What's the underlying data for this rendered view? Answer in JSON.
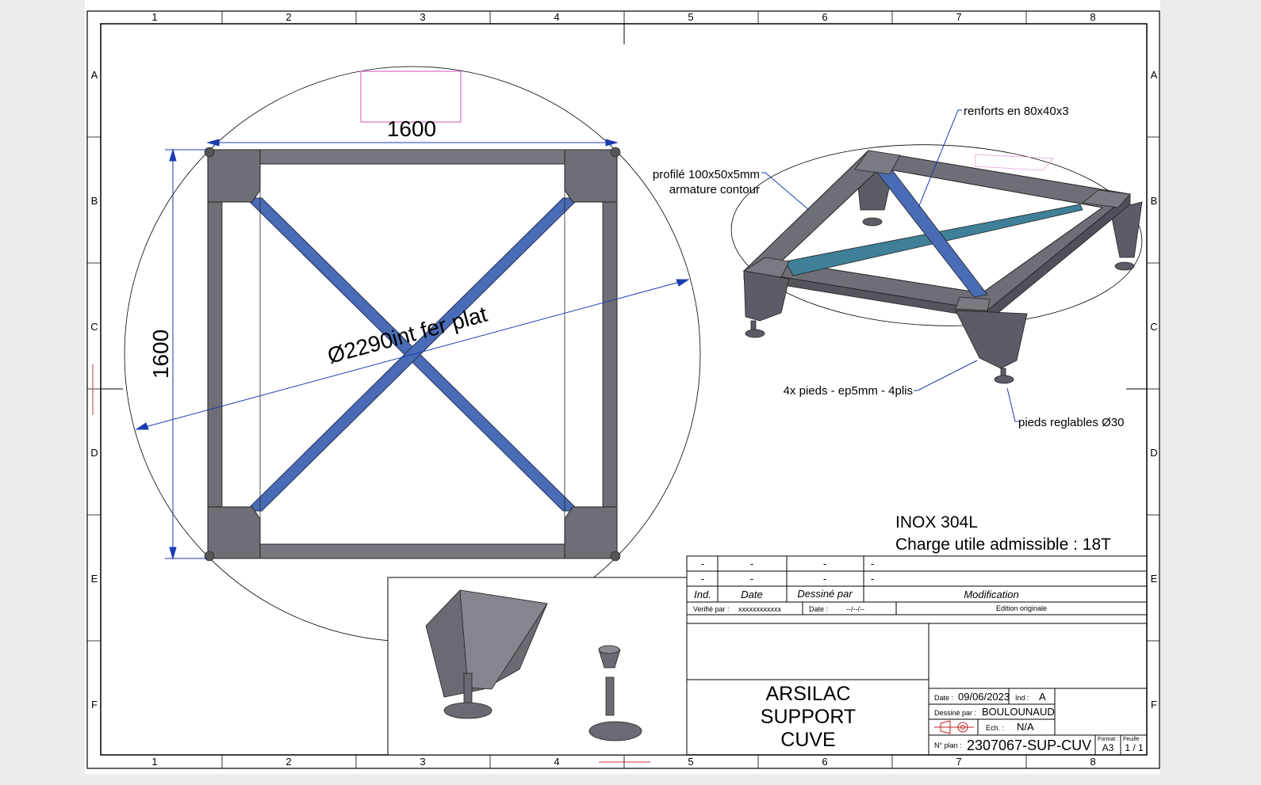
{
  "frame": {
    "columns": [
      "1",
      "2",
      "3",
      "4",
      "5",
      "6",
      "7",
      "8"
    ],
    "rows": [
      "A",
      "B",
      "C",
      "D",
      "E",
      "F"
    ]
  },
  "top_view": {
    "width_dim": "1600",
    "height_dim": "1600",
    "diameter_dim": "Ø2290int fer plat"
  },
  "iso_view": {
    "callouts": {
      "renforts": "renforts en 80x40x3",
      "profile_line1": "profilé 100x50x5mm",
      "profile_line2": "armature contour",
      "pieds": "4x pieds - ep5mm - 4plis",
      "pieds_reglables": "pieds reglables Ø30"
    }
  },
  "notes": {
    "material": "INOX 304L",
    "load": "Charge utile admissible : 18T"
  },
  "revision_table": {
    "rows": [
      [
        "-",
        "-",
        "-",
        "-"
      ],
      [
        "-",
        "-",
        "-",
        "-"
      ]
    ],
    "headers": [
      "Ind.",
      "Date",
      "Dessiné par",
      "Modification"
    ],
    "verified_label": "Verifié par :",
    "verified_value": "xxxxxxxxxxxx",
    "date_label": "Date :",
    "date_value": "--/--/--",
    "edition": "Edition originale"
  },
  "title_block": {
    "title_lines": [
      "ARSILAC",
      "SUPPORT",
      "CUVE"
    ],
    "date_label": "Date :",
    "date_value": "09/06/2023",
    "ind_label": "Ind :",
    "ind_value": "A",
    "drawn_label": "Dessiné par :",
    "drawn_value": "BOULOUNAUD",
    "scale_label": "Ech. :",
    "scale_value": "N/A",
    "plan_label": "N° plan :",
    "plan_value": "2307067-SUP-CUV",
    "format_label": "Format :",
    "format_value": "A3",
    "sheet_label": "Feuille :",
    "sheet_value": "1 / 1"
  },
  "colors": {
    "steel": "#6e6e76",
    "steel_light": "#8a8a92",
    "blue": "#4a6bb5",
    "dim": "#1a3cb0",
    "teal": "#3f7f98",
    "magenta": "#d050c0"
  }
}
